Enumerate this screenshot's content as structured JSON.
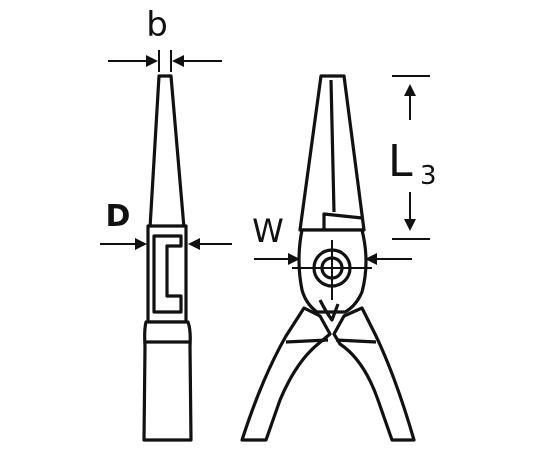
{
  "labels": {
    "b": "b",
    "D": "D",
    "W": "W",
    "L": "L",
    "L_sub": "3"
  },
  "colors": {
    "stroke": "#111111",
    "background": "#ffffff"
  }
}
